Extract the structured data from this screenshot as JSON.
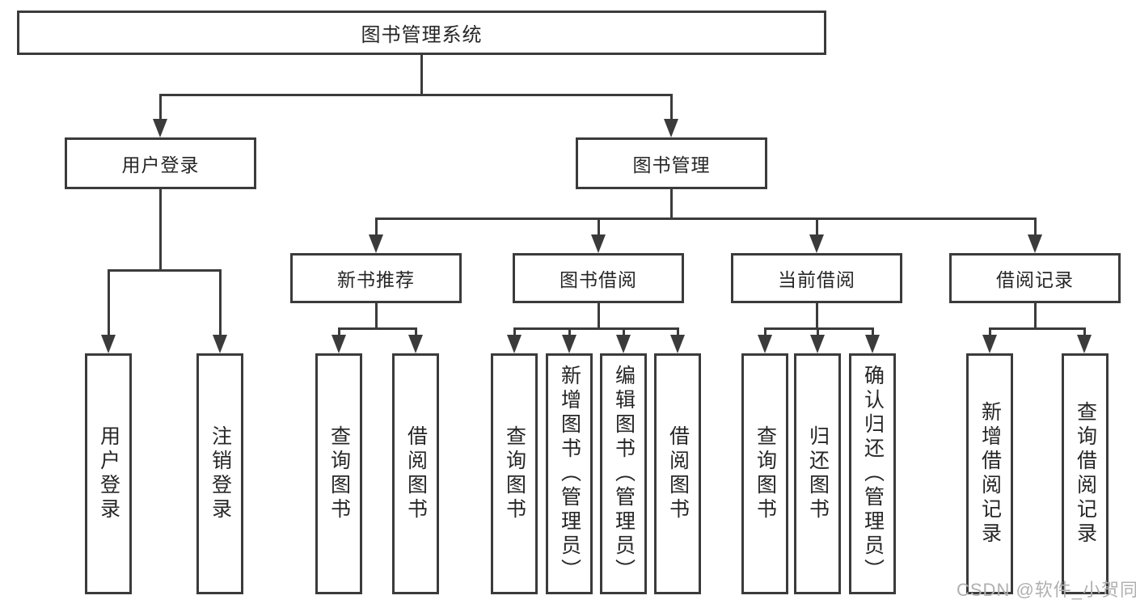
{
  "colors": {
    "line": "#3b3b3b",
    "text": "#262626",
    "watermark": "#b0b0b0",
    "bg": "#ffffff"
  },
  "watermark": {
    "text": "CSDN @软件_小贺同学"
  },
  "diagram": {
    "type": "tree",
    "root": {
      "label": "图书管理系统"
    },
    "branches": [
      {
        "label": "用户登录",
        "children": [
          {
            "label": "用户登录"
          },
          {
            "label": "注销登录"
          }
        ]
      },
      {
        "label": "图书管理",
        "groups": [
          {
            "label": "新书推荐",
            "children": [
              {
                "label": "查询图书"
              },
              {
                "label": "借阅图书"
              }
            ]
          },
          {
            "label": "图书借阅",
            "children": [
              {
                "label": "查询图书"
              },
              {
                "label": "新增图书（管理员）"
              },
              {
                "label": "编辑图书（管理员）"
              },
              {
                "label": "借阅图书"
              }
            ]
          },
          {
            "label": "当前借阅",
            "children": [
              {
                "label": "查询图书"
              },
              {
                "label": "归还图书"
              },
              {
                "label": "确认归还（管理员）"
              }
            ]
          },
          {
            "label": "借阅记录",
            "children": [
              {
                "label": "新增借阅记录"
              },
              {
                "label": "查询借阅记录"
              }
            ]
          }
        ]
      }
    ]
  }
}
